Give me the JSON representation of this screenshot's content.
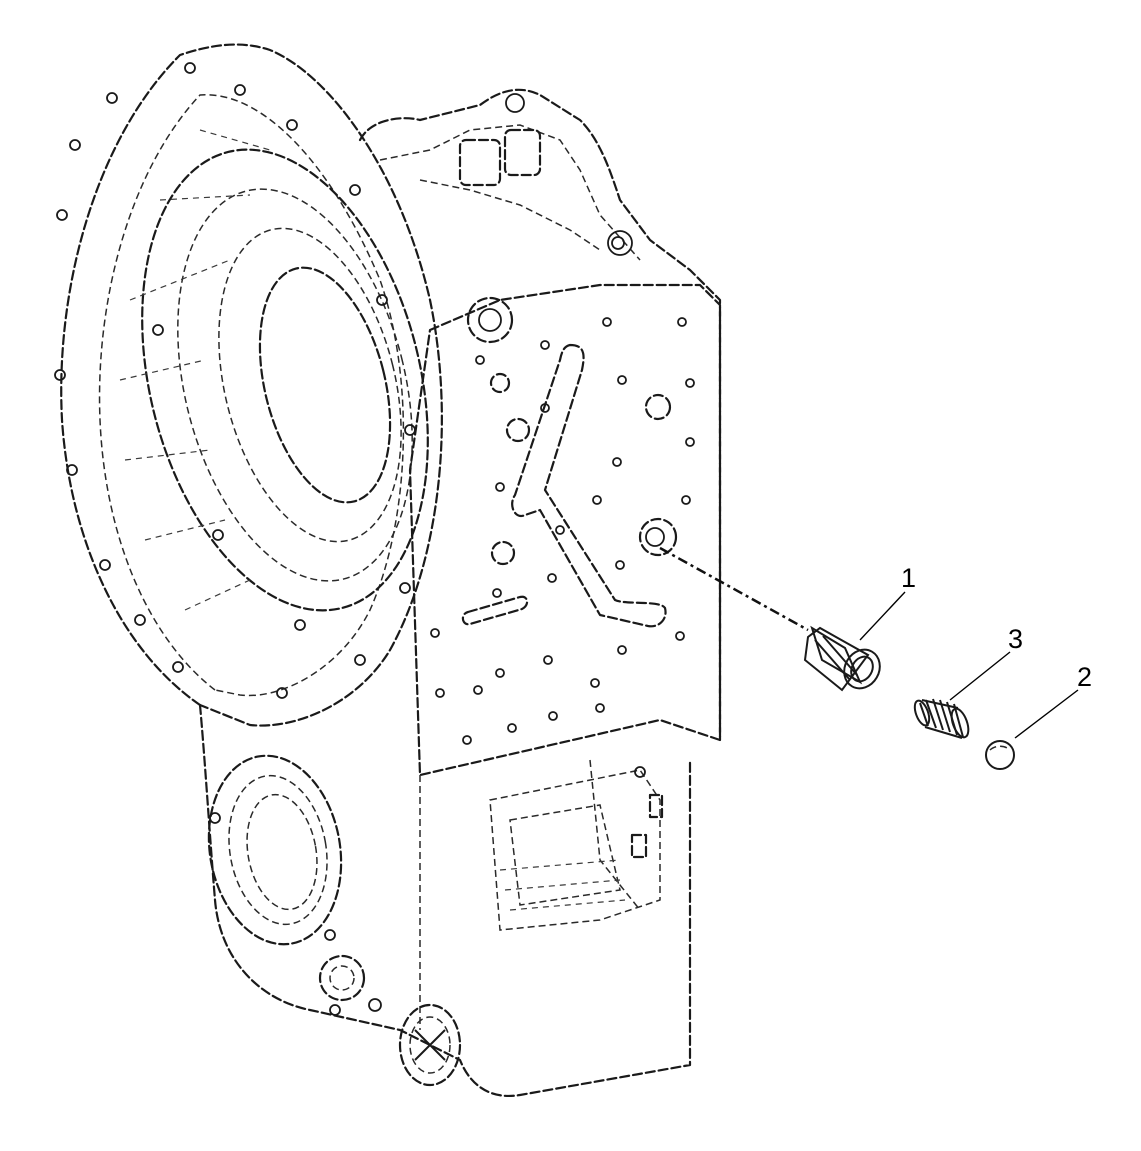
{
  "callouts": [
    {
      "id": "1",
      "label": "1",
      "part": "sleeve"
    },
    {
      "id": "3",
      "label": "3",
      "part": "spring"
    },
    {
      "id": "2",
      "label": "2",
      "part": "ball"
    }
  ],
  "colors": {
    "line": "#1a1a1a",
    "background": "#ffffff"
  }
}
